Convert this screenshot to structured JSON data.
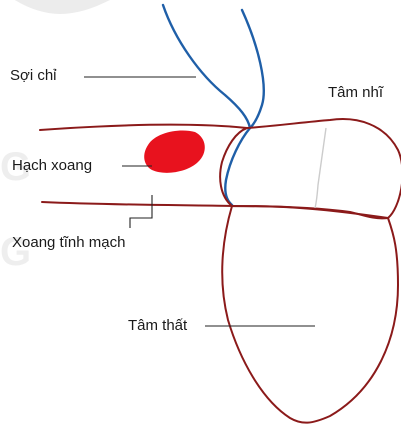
{
  "labels": {
    "thread": "Sợi chỉ",
    "atrium": "Tâm nhĩ",
    "sinus_node": "Hạch xoang",
    "venous_sinus": "Xoang tĩnh mạch",
    "ventricle": "Tâm thất"
  },
  "colors": {
    "heart_outline": "#8b1a1a",
    "thread": "#1f5fa8",
    "sinus_node": "#e8121e",
    "leader_line": "#222222",
    "watermark": "#e6e6e6"
  }
}
